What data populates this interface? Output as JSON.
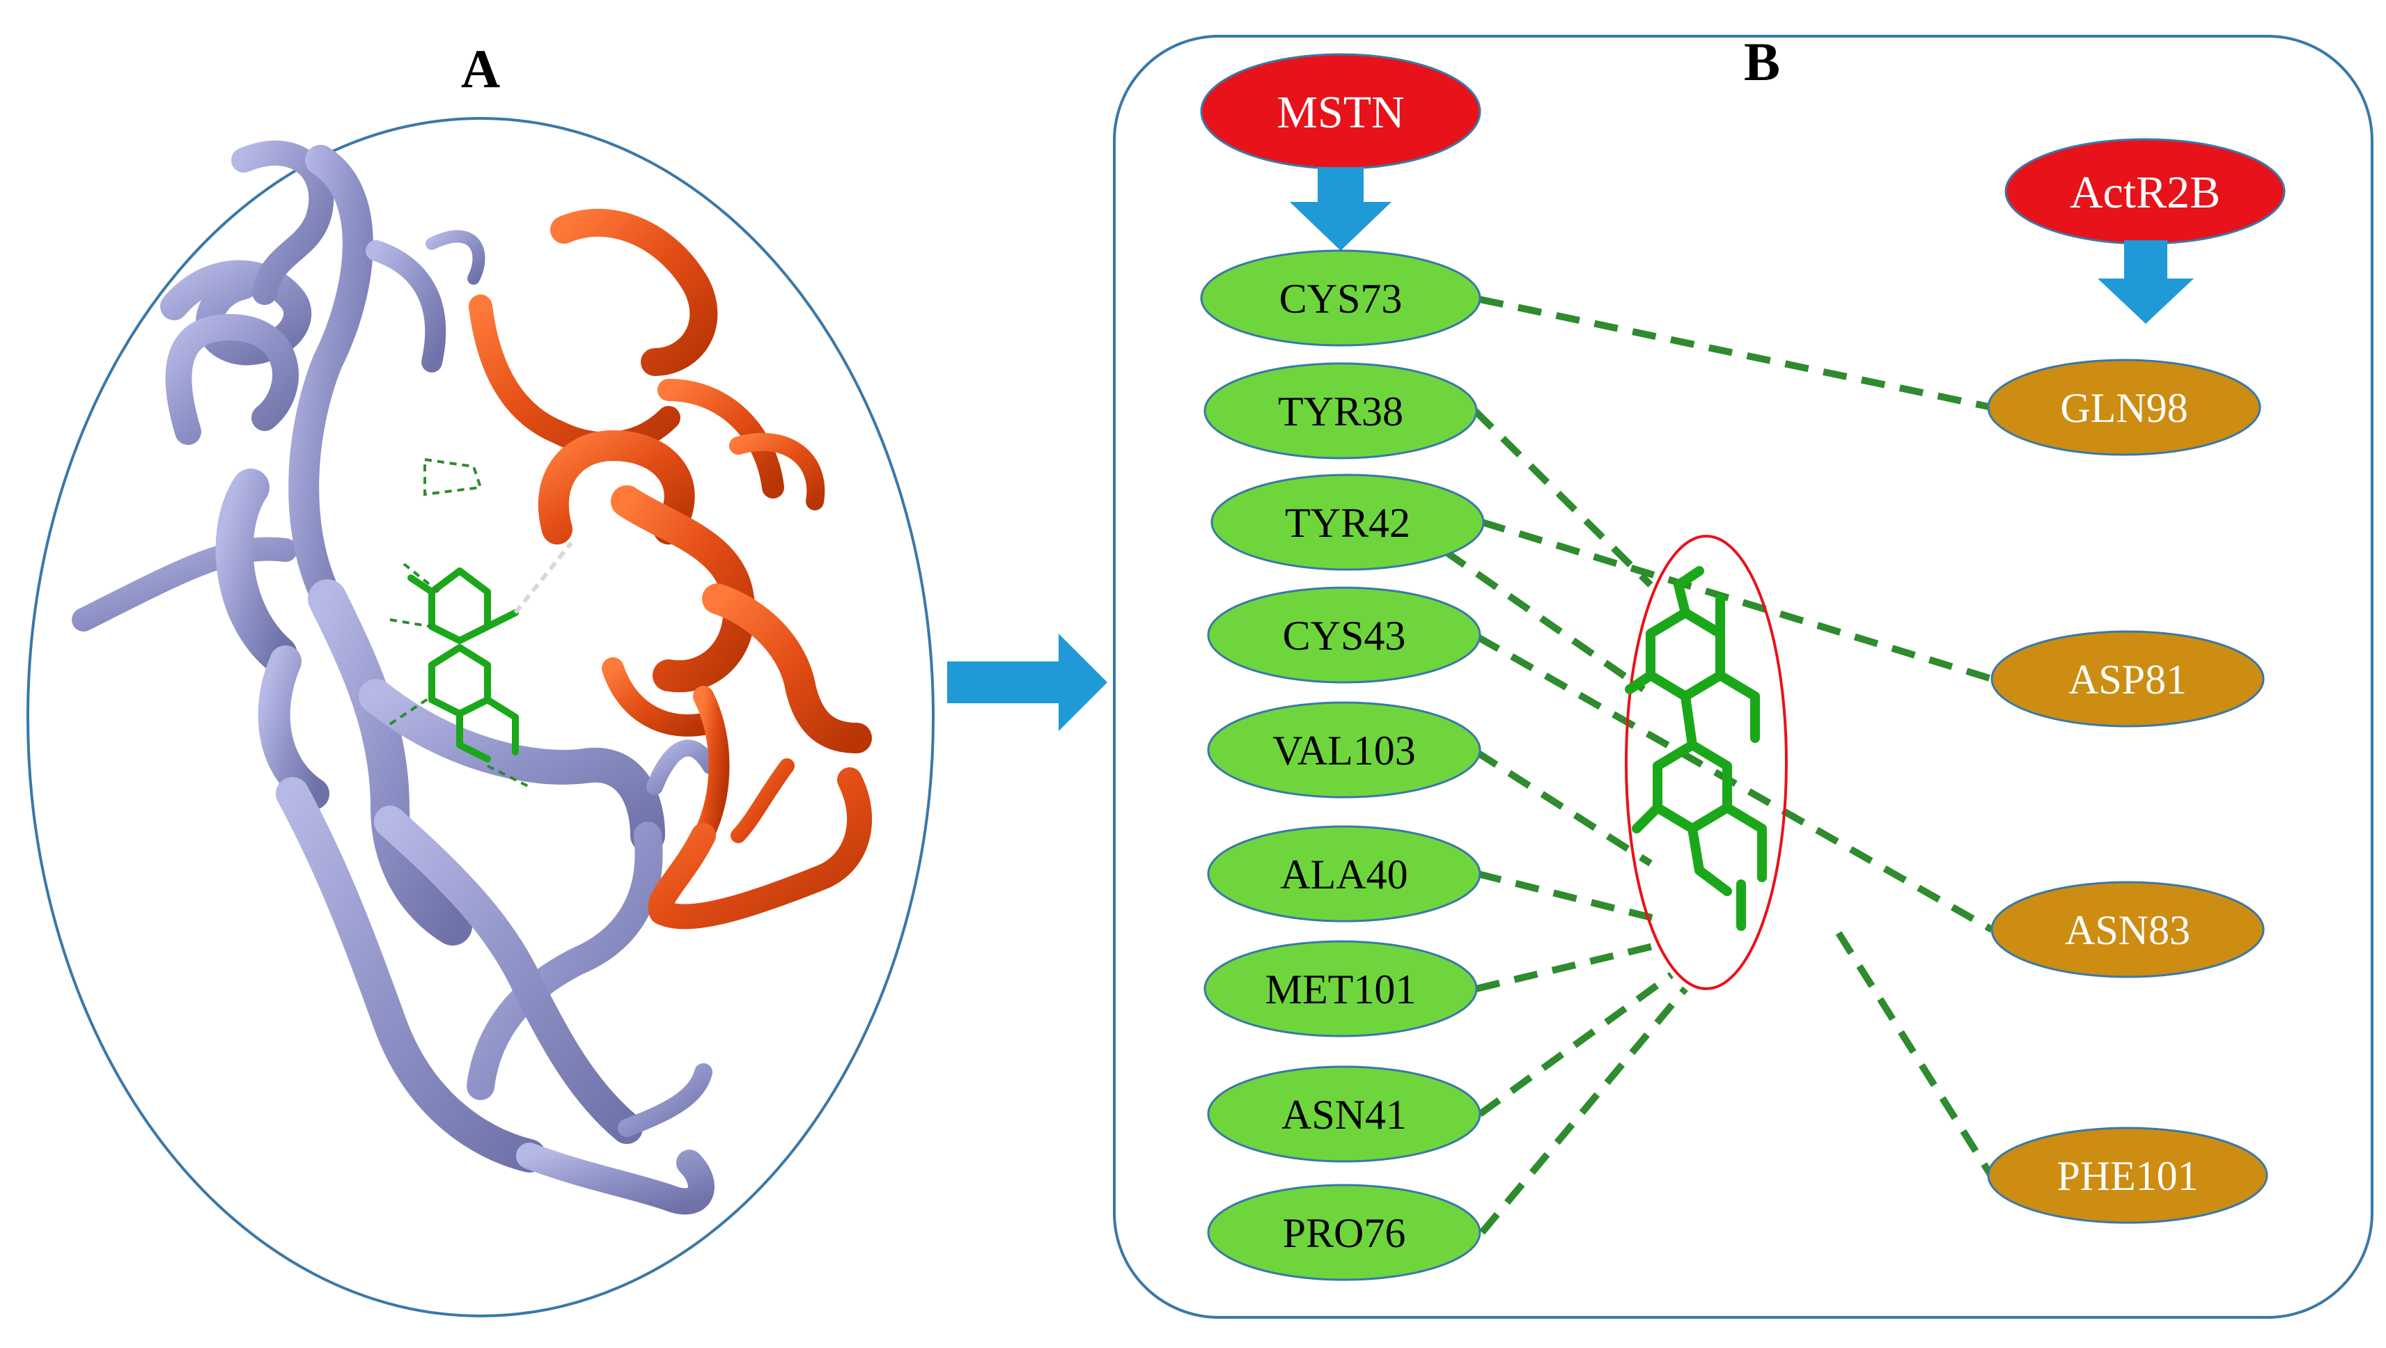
{
  "panels": {
    "a_label": "A",
    "b_label": "B"
  },
  "colors": {
    "frame": "#3a78a8",
    "mstn_fill": "#e8121a",
    "actr2b_fill": "#e8121a",
    "mstn_residue_fill": "#6ed63c",
    "actr2b_residue_fill": "#cc8d12",
    "arrow": "#1f9ad6",
    "interaction_line": "#2e8b2e",
    "ligand": "#1aa81a",
    "ligand_ring": "#e8121a",
    "protein_mstn": "#9496c9",
    "protein_actr2b": "#e4501b"
  },
  "icons": {
    "structure": "protein-ribbon-structure",
    "ligand": "ligand-stick-icon",
    "transition": "right-arrow-icon"
  },
  "diagram": {
    "mstn_header": "MSTN",
    "actr2b_header": "ActR2B",
    "mstn_residues": [
      "CYS73",
      "TYR38",
      "TYR42",
      "CYS43",
      "VAL103",
      "ALA40",
      "MET101",
      "ASN41",
      "PRO76"
    ],
    "actr2b_residues": [
      "GLN98",
      "ASP81",
      "ASN83",
      "PHE101"
    ]
  }
}
